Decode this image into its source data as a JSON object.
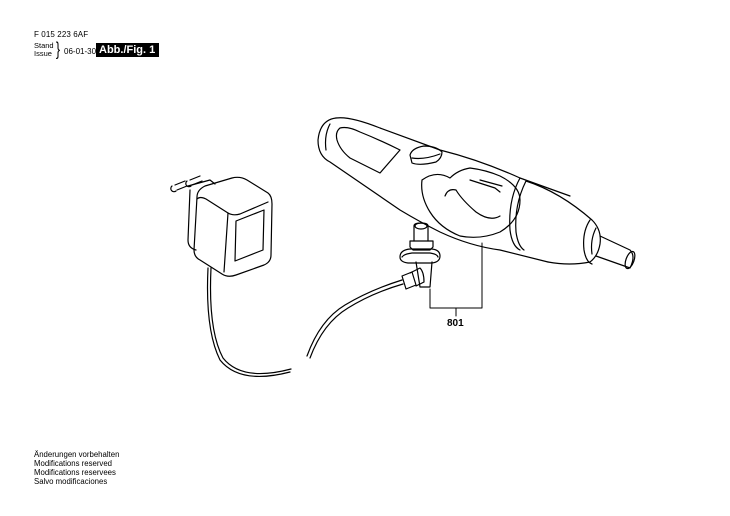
{
  "header": {
    "doc_number": "F 015 223 6AF",
    "stand_label": "Stand",
    "issue_label": "Issue",
    "date": "06-01-30",
    "figure_label": "Abb./Fig. 1"
  },
  "footer": {
    "notes": [
      "Änderungen vorbehalten",
      "Modifications reserved",
      "Modifications reservees",
      "Salvo modificaciones"
    ]
  },
  "diagram": {
    "callouts": [
      {
        "label": "801",
        "part": "charger-plug-connector"
      }
    ],
    "parts": [
      "plug-in-charger",
      "charging-cable",
      "connector-plug",
      "cordless-screwdriver"
    ]
  }
}
